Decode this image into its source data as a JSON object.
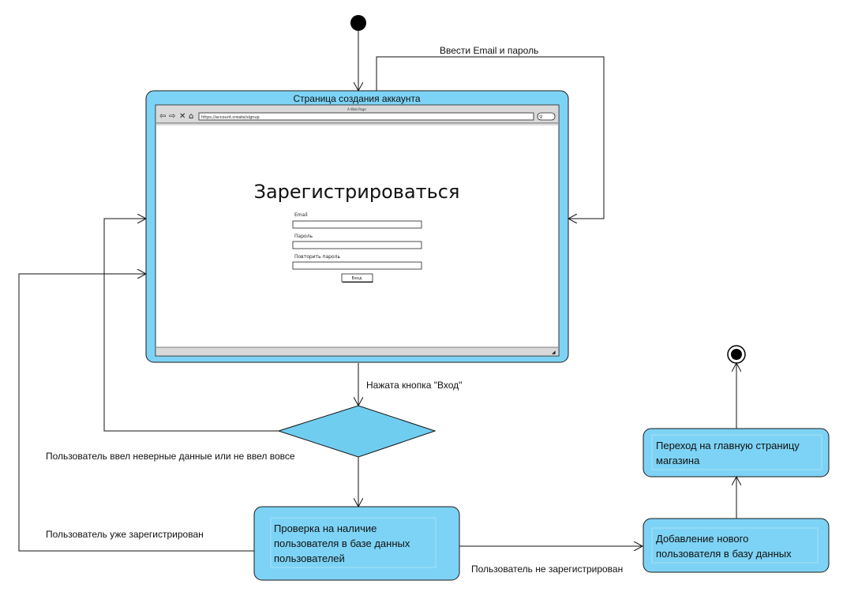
{
  "diagram": {
    "labels": {
      "enter_credentials": "Ввести Email и пароль",
      "button_pressed": "Нажата кнопка \"Вход\"",
      "invalid_data": "Пользователь ввел неверные данные или не ввел вовсе",
      "already_registered": "Пользователь уже зарегистрирован",
      "not_registered": "Пользователь не зарегистрирован"
    },
    "states": {
      "signup_page_title": "Страница создания аккаунта",
      "check_user_line1": "Проверка на наличие",
      "check_user_line2": "пользователя в базе данных",
      "check_user_line3": "пользователей",
      "add_user_line1": "Добавление нового",
      "add_user_line2": "пользователя в базу данных",
      "go_home_line1": "Переход на главную страницу",
      "go_home_line2": "магазина"
    }
  },
  "mockup": {
    "window_title": "A Web Page",
    "url": "https://account.create/signup",
    "heading": "Зарегистрироваться",
    "email_label": "Email",
    "password_label": "Пароль",
    "repeat_password_label": "Повторить пароль",
    "submit_label": "Вход"
  },
  "colors": {
    "state_fill": "#7dd3f5",
    "state_border": "#1a1a1a",
    "decision_fill": "#6fcdf0",
    "line": "#111111"
  }
}
